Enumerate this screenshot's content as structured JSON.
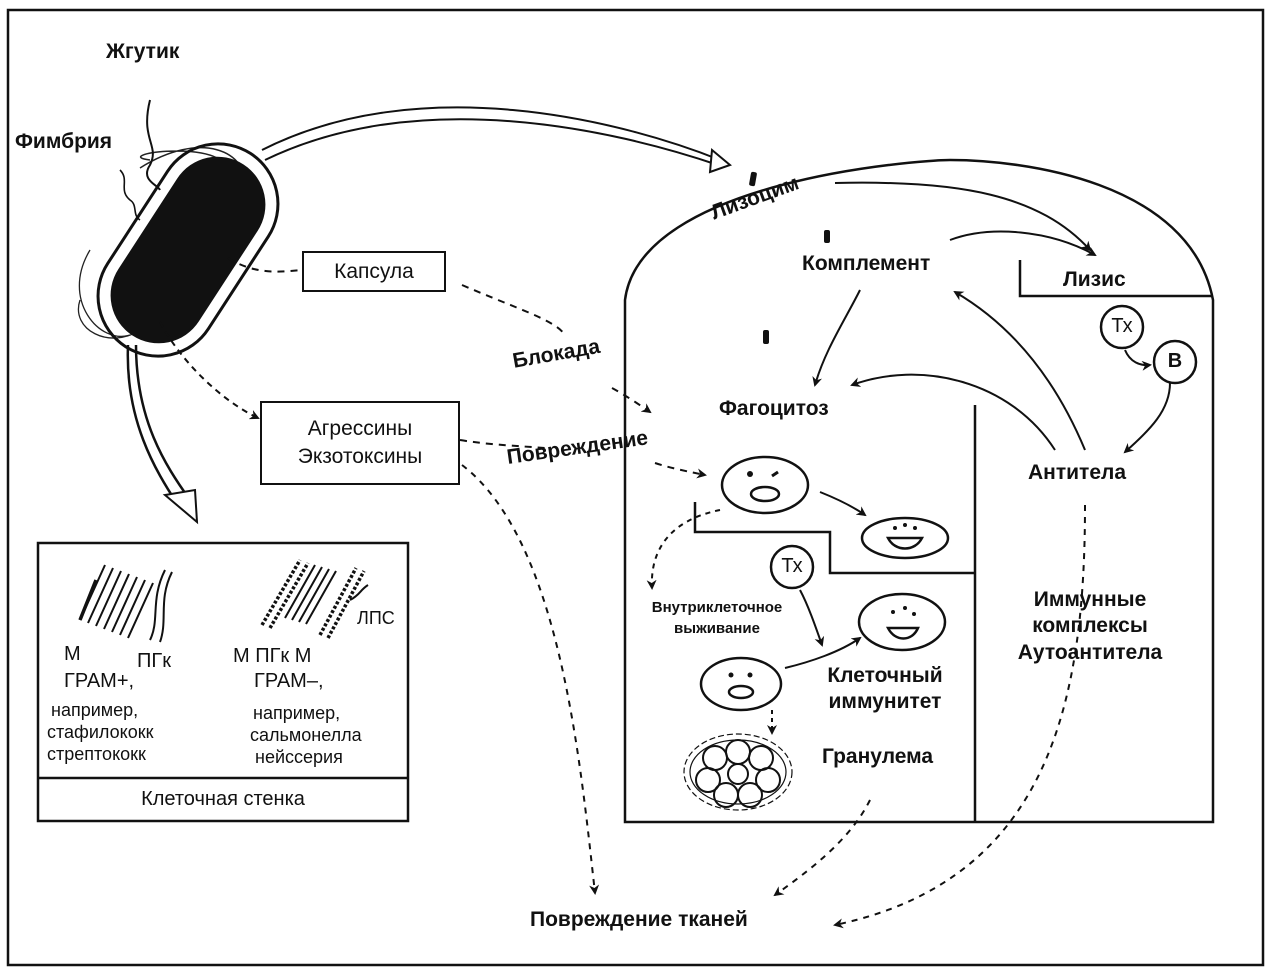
{
  "labels": {
    "flagellum": "Жгутик",
    "fimbria": "Фимбрия",
    "capsule": "Капсула",
    "aggressins": "Агрессины",
    "exotoxins": "Экзотоксины",
    "blockade": "Блокада",
    "damage": "Повреждение",
    "lysozyme": "Лизоцим",
    "complement": "Комплемент",
    "lysis": "Лизис",
    "th_top": "Тх",
    "b_cell": "В",
    "phagocytosis": "Фагоцитоз",
    "antibodies": "Антитела",
    "th_mid": "Тх",
    "intracellular_line1": "Внутриклеточное",
    "intracellular_line2": "выживание",
    "cellular_line1": "Клеточный",
    "cellular_line2": "иммунитет",
    "granuloma": "Гранулема",
    "immune_line1": "Иммунные",
    "immune_line2": "комплексы",
    "immune_line3": "Аутоантитела",
    "tissue_damage": "Повреждение тканей"
  },
  "cell_wall": {
    "title": "Клеточная стенка",
    "lps": "ЛПС",
    "gram_pos": {
      "m": "М",
      "pgk": "ПГк",
      "name": "ГРАМ+,",
      "line1": "например,",
      "line2": "стафилококк",
      "line3": "стрептококк"
    },
    "gram_neg": {
      "layers": "М ПГк М",
      "name": "ГРАМ–,",
      "line1": "например,",
      "line2": "сальмонелла",
      "line3": "нейссерия"
    }
  }
}
